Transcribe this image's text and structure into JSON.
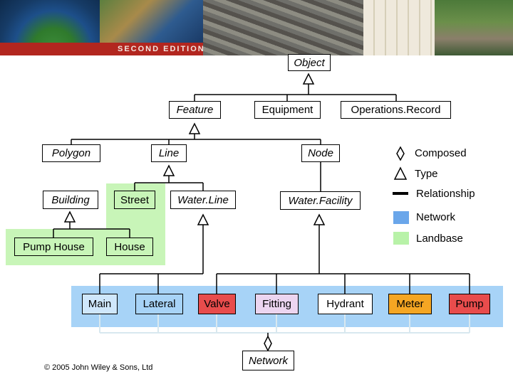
{
  "banner": {
    "edition": "SECOND EDITION"
  },
  "nodes": {
    "object": "Object",
    "feature": "Feature",
    "equipment": "Equipment",
    "operations_record": "Operations.Record",
    "polygon": "Polygon",
    "line": "Line",
    "node": "Node",
    "building": "Building",
    "street": "Street",
    "water_line": "Water.Line",
    "water_facility": "Water.Facility",
    "pump_house": "Pump House",
    "house": "House",
    "main": "Main",
    "lateral": "Lateral",
    "valve": "Valve",
    "fitting": "Fitting",
    "hydrant": "Hydrant",
    "meter": "Meter",
    "pump": "Pump",
    "network": "Network"
  },
  "legend": {
    "composed": "Composed",
    "type": "Type",
    "relationship": "Relationship",
    "network": "Network",
    "landbase": "Landbase"
  },
  "colors": {
    "network_region": "#a7d3f7",
    "landbase_region": "#c8f5b8",
    "network_swatch": "#6aa6ea",
    "landbase_swatch": "#b8f2a8",
    "main_box": "#cfe7fb",
    "lateral_box": "#a7d3f7",
    "valve_box": "#e84c4c",
    "fitting_box": "#ecd5f0",
    "hydrant_box": "#ffffff",
    "meter_box": "#f5a623",
    "pump_box": "#e84c4c",
    "accent_red": "#b2261f"
  },
  "copyright": "© 2005 John Wiley & Sons, Ltd"
}
